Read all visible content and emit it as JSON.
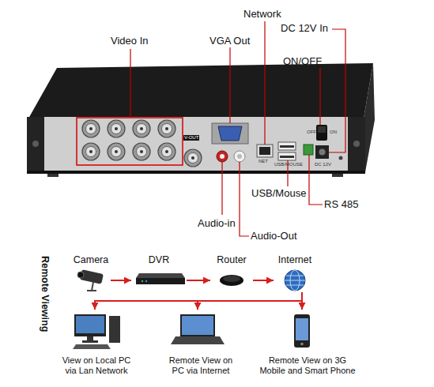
{
  "diagram": {
    "nodes": [
      {
        "text": [
          "Camera"
        ]
      },
      {
        "text": [
          "DVR"
        ]
      },
      {
        "text": [
          "Router"
        ]
      },
      {
        "text": [
          "Internet"
        ]
      },
      {
        "text": [
          "View on Local PC via Lan Network"
        ]
      },
      {
        "text": [
          "Remote View on PC via Internet"
        ]
      },
      {
        "text": [
          "Remote View on 3G Mobile and Smart Phone"
        ]
      }
    ],
    "edges": [
      {
        "from": 0,
        "to": 1,
        "arrow": "to"
      },
      {
        "from": 1,
        "to": 2,
        "arrow": "to"
      },
      {
        "from": 2,
        "to": 3,
        "arrow": "to"
      },
      {
        "from": 3,
        "to": 4,
        "arrow": "to"
      },
      {
        "from": 3,
        "to": 5,
        "arrow": "to"
      },
      {
        "from": 3,
        "to": 6,
        "arrow": "to"
      }
    ],
    "labels": [
      "Video In",
      "VGA Out",
      "Network",
      "DC 12V In",
      "ON/OFF",
      "V-OUT",
      "NET",
      "USB/MOUSE",
      "DC 12V",
      "OFF",
      "ON",
      "USB/Mouse",
      "RS 485",
      "Audio-in",
      "Audio-Out",
      "Remote Viewing"
    ]
  }
}
